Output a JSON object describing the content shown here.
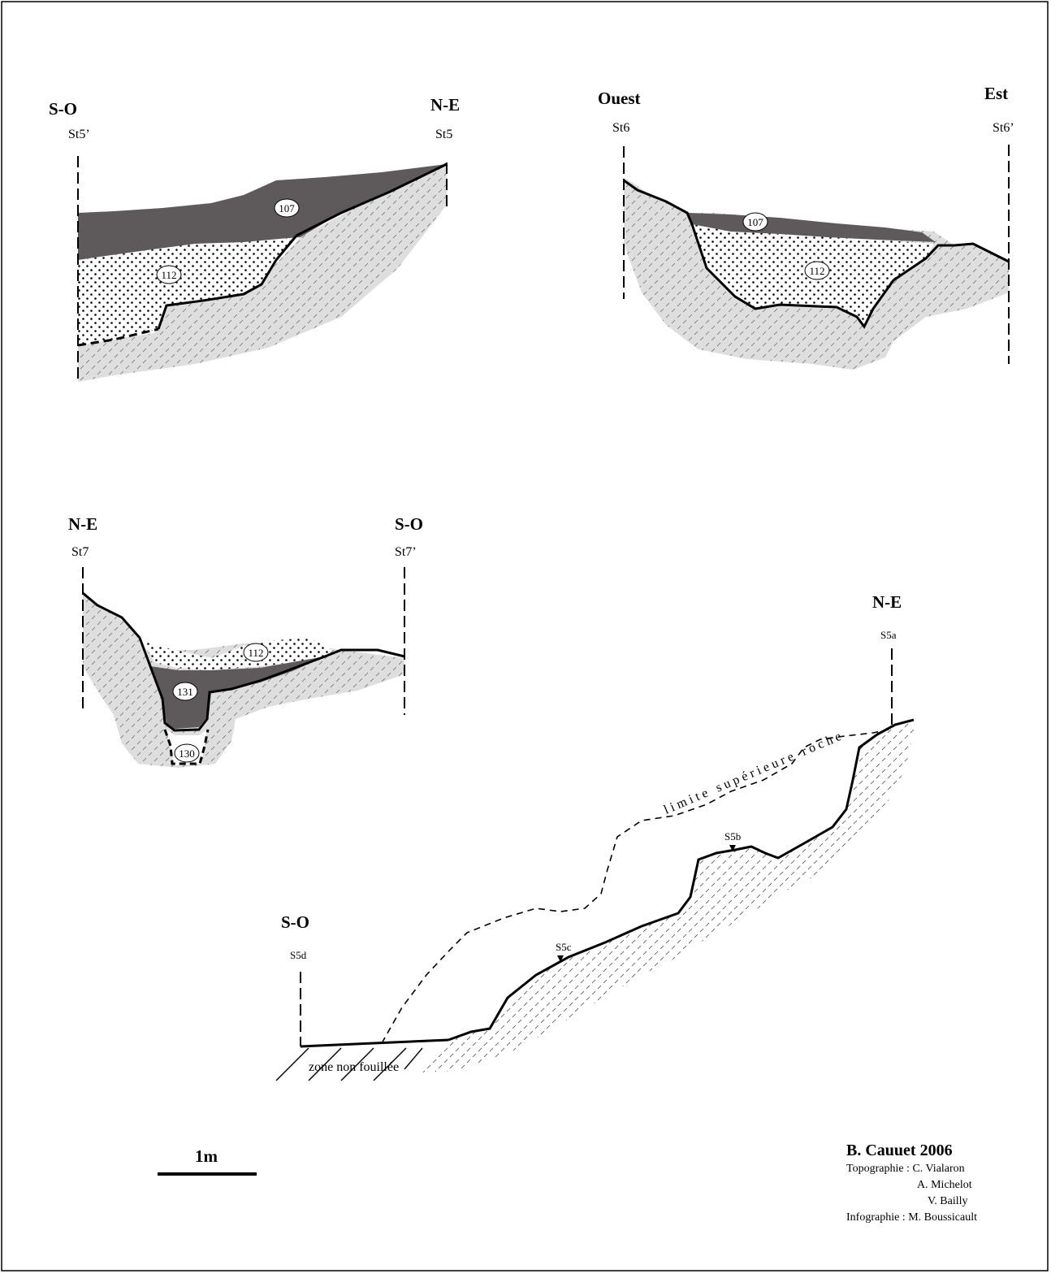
{
  "colors": {
    "fill_107": "#5e5a5b",
    "fill_131": "#5e5a5b",
    "rock": "#dedede",
    "line": "#000000"
  },
  "section_st5": {
    "left_orientation": "S-O",
    "right_orientation": "N-E",
    "left_station": "St5’",
    "right_station": "St5",
    "layer_a": "107",
    "layer_b": "112"
  },
  "section_st6": {
    "left_orientation": "Ouest",
    "right_orientation": "Est",
    "left_station": "St6",
    "right_station": "St6’",
    "layer_a": "107",
    "layer_b": "112"
  },
  "section_st7": {
    "left_orientation": "N-E",
    "right_orientation": "S-O",
    "left_station": "St7",
    "right_station": "St7’",
    "layer_a": "112",
    "layer_b": "131",
    "layer_c": "130"
  },
  "section_s5": {
    "left_orientation": "S-O",
    "right_orientation": "N-E",
    "left_station": "S5d",
    "right_station": "S5a",
    "mid_station_1": "S5c",
    "mid_station_2": "S5b",
    "unexcavated": "zone non fouillée",
    "rock_limit": "limite supérieure roche"
  },
  "scale": {
    "label": "1m"
  },
  "credits": {
    "author": "B. Cauuet 2006",
    "topo_1": "Topographie : C. Vialaron",
    "topo_2": "A. Michelot",
    "topo_3": "V. Bailly",
    "infographie": "Infographie : M. Boussicault"
  }
}
